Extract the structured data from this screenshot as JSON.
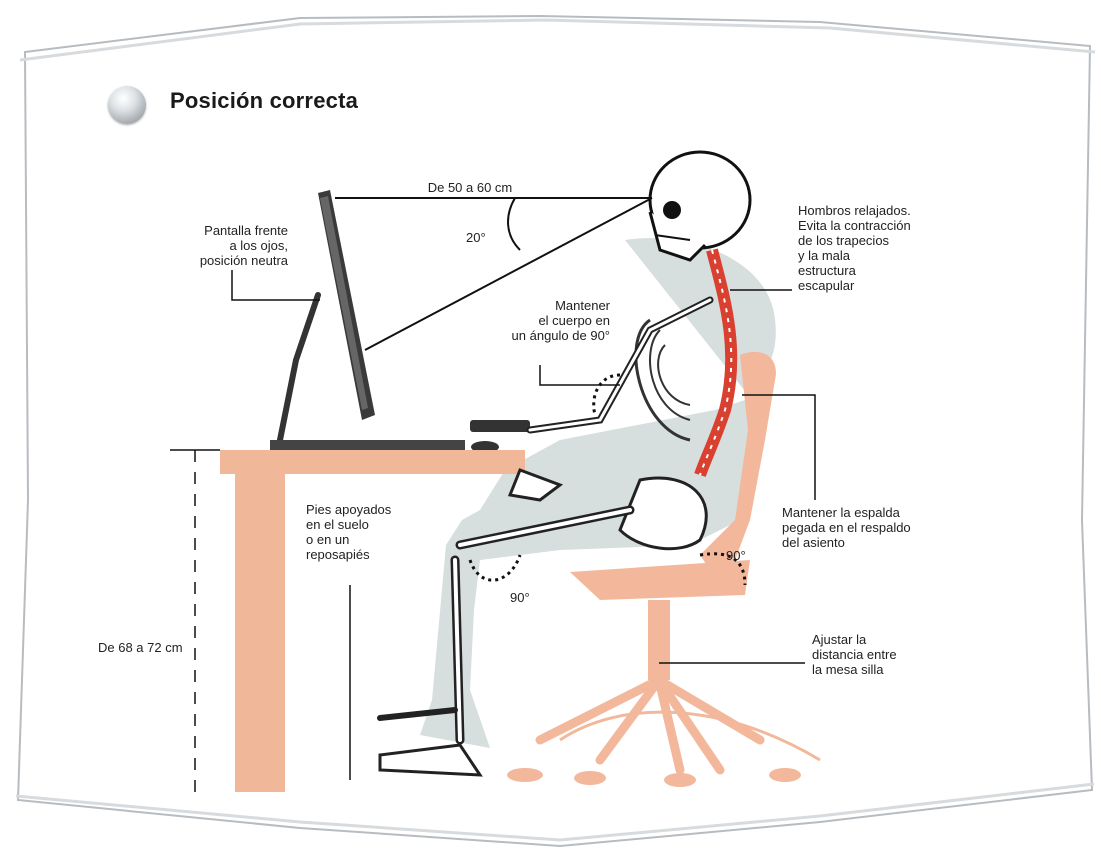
{
  "title": "Posición correcta",
  "title_icon": "circle-badge-icon",
  "colors": {
    "chair": "#f3b89b",
    "desk": "#f0b898",
    "body_silhouette": "#cfd8d8",
    "spine_highlight": "#d9402f",
    "ink": "#222222"
  },
  "labels": {
    "screen": "Pantalla frente\na los ojos,\nposición neutra",
    "distance": "De 50 a 60 cm",
    "angle_20": "20°",
    "shoulders": "Hombros relajados.\nEvita la contracción\nde los trapecios\ny la mala\nestructura\nescapular",
    "body_angle": "Mantener\nel cuerpo en\nun ángulo de 90°",
    "back": "Mantener la espalda\npegada en el respaldo\ndel asiento",
    "angle_90_hip": "90°",
    "feet": "Pies apoyados\nen el suelo\no en un\nreposapiés",
    "angle_90_knee": "90°",
    "desk_height": "De 68 a 72 cm",
    "chair_distance": "Ajustar la\ndistancia entre\nla mesa silla"
  }
}
